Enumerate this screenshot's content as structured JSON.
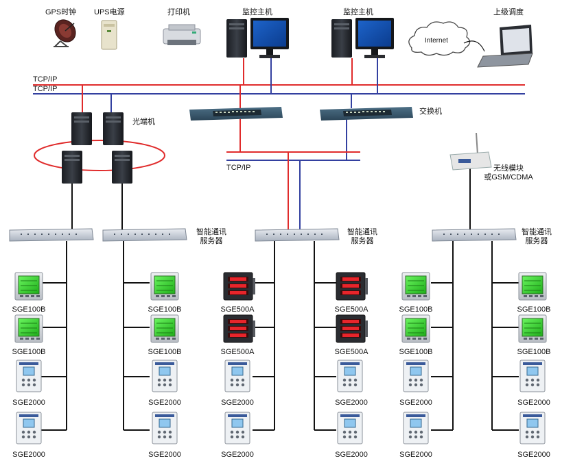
{
  "top_devices": {
    "gps": "GPS时钟",
    "ups": "UPS电源",
    "printer": "打印机",
    "monitor1": "监控主机",
    "monitor2": "监控主机",
    "upper": "上级调度",
    "internet": "Internet"
  },
  "network": {
    "tcpip_1": "TCP/IP",
    "tcpip_2": "TCP/IP",
    "tcpip_3": "TCP/IP",
    "optical": "光端机",
    "switch": "交换机",
    "wireless": [
      "无线模块",
      "或GSM/CDMA"
    ],
    "server_label": [
      "智能通讯",
      "服务器"
    ]
  },
  "field_devices": {
    "group1_left": [
      "SGE100B",
      "SGE100B",
      "SGE2000",
      "SGE2000"
    ],
    "group1_right": [
      "SGE100B",
      "SGE100B",
      "SGE2000",
      "SGE2000"
    ],
    "group2_left": [
      "SGE500A",
      "SGE500A",
      "SGE2000",
      "SGE2000"
    ],
    "group2_right": [
      "SGE500A",
      "SGE500A",
      "SGE2000",
      "SGE2000"
    ],
    "group3_left": [
      "SGE100B",
      "SGE100B",
      "SGE2000",
      "SGE2000"
    ],
    "group3_right": [
      "SGE100B",
      "SGE100B",
      "SGE2000",
      "SGE2000"
    ]
  },
  "colors": {
    "red_bus": "#e02b2b",
    "blue_bus": "#3340a0",
    "black_line": "#111111",
    "meter_green": "#3fd63a",
    "meter_red_digits": "#e8252b"
  }
}
